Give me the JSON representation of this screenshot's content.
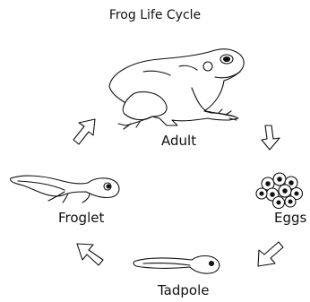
{
  "title": "Frog Life Cycle",
  "stages": {
    "adult": "Adult",
    "eggs": "Eggs",
    "tadpole": "Tadpole",
    "froglet": "Froglet"
  },
  "colors": {
    "line": "#111111",
    "background": "#ffffff"
  },
  "icons": [
    "frog-adult-icon",
    "frog-eggs-icon",
    "tadpole-icon",
    "froglet-icon",
    "cycle-arrow-icon"
  ]
}
